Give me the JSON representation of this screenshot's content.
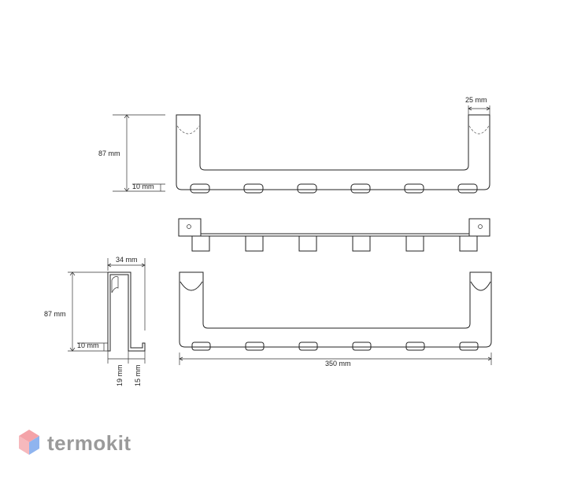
{
  "dimensions": {
    "top_height": "87 mm",
    "top_hook_offset": "10 mm",
    "top_end_width": "25 mm",
    "side_depth": "34 mm",
    "side_height": "87 mm",
    "side_hook_offset": "10 mm",
    "side_bottom_left": "19 mm",
    "side_bottom_right": "15 mm",
    "total_length": "350 mm"
  },
  "logo": {
    "text": "termokit",
    "colors": {
      "top": "#f4a3a8",
      "left": "#f6b9bd",
      "right": "#8fb4ef"
    }
  },
  "line_color": "#222222"
}
